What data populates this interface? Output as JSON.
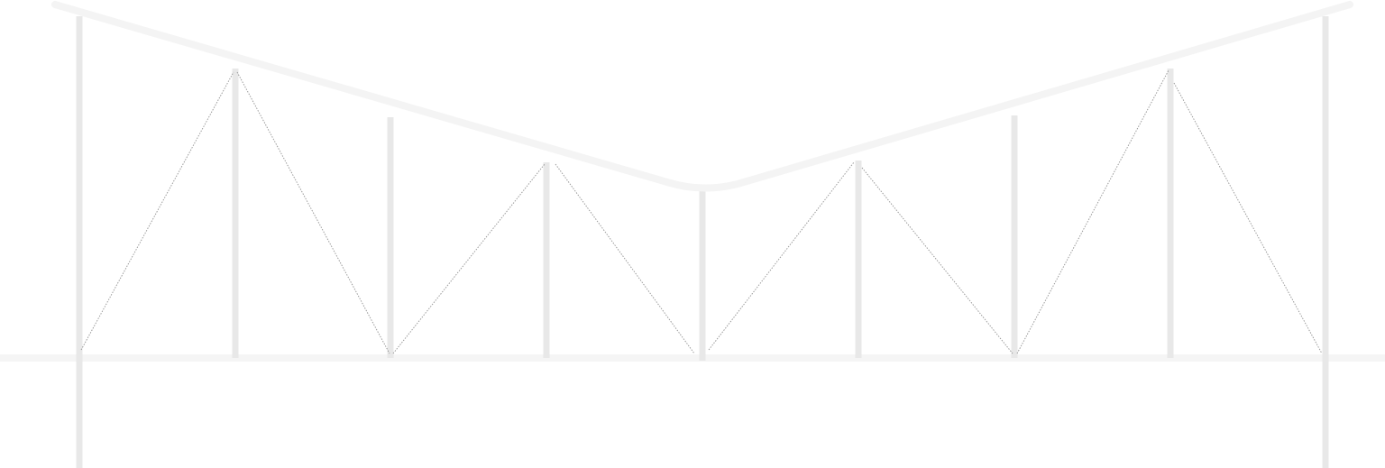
{
  "diagram": {
    "kind": "suspension-truss-bridge-outline",
    "panel_count": 8,
    "post_count": 9,
    "diagonal_count": 8,
    "colors": {
      "background": "#ffffff",
      "top_chord": "#f4f4f4",
      "deck": "#f5f5f5",
      "posts": "#e8e8e8",
      "diagonals": "#8a8a8a"
    }
  }
}
